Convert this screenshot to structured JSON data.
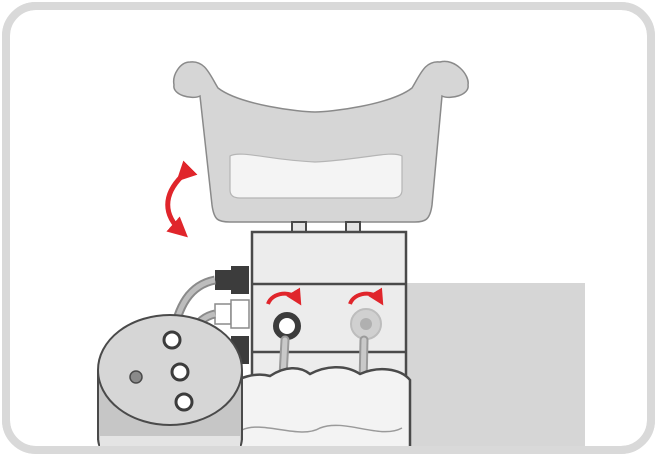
{
  "illustration": {
    "icon": "device-assembly-icon",
    "colors": {
      "frame": "#d9d9d9",
      "outline": "#4a4a4a",
      "body_gray": "#d6d6d6",
      "light_gray": "#e4e4e4",
      "white": "#ffffff",
      "accent_red": "#e0252b",
      "connector_dark": "#3c3c3c",
      "tube_gray": "#9a9a9a"
    },
    "arrows": {
      "tilt": "double-headed-curved-arrow",
      "rotate_left": "clockwise-arrow",
      "rotate_right": "clockwise-arrow"
    }
  }
}
